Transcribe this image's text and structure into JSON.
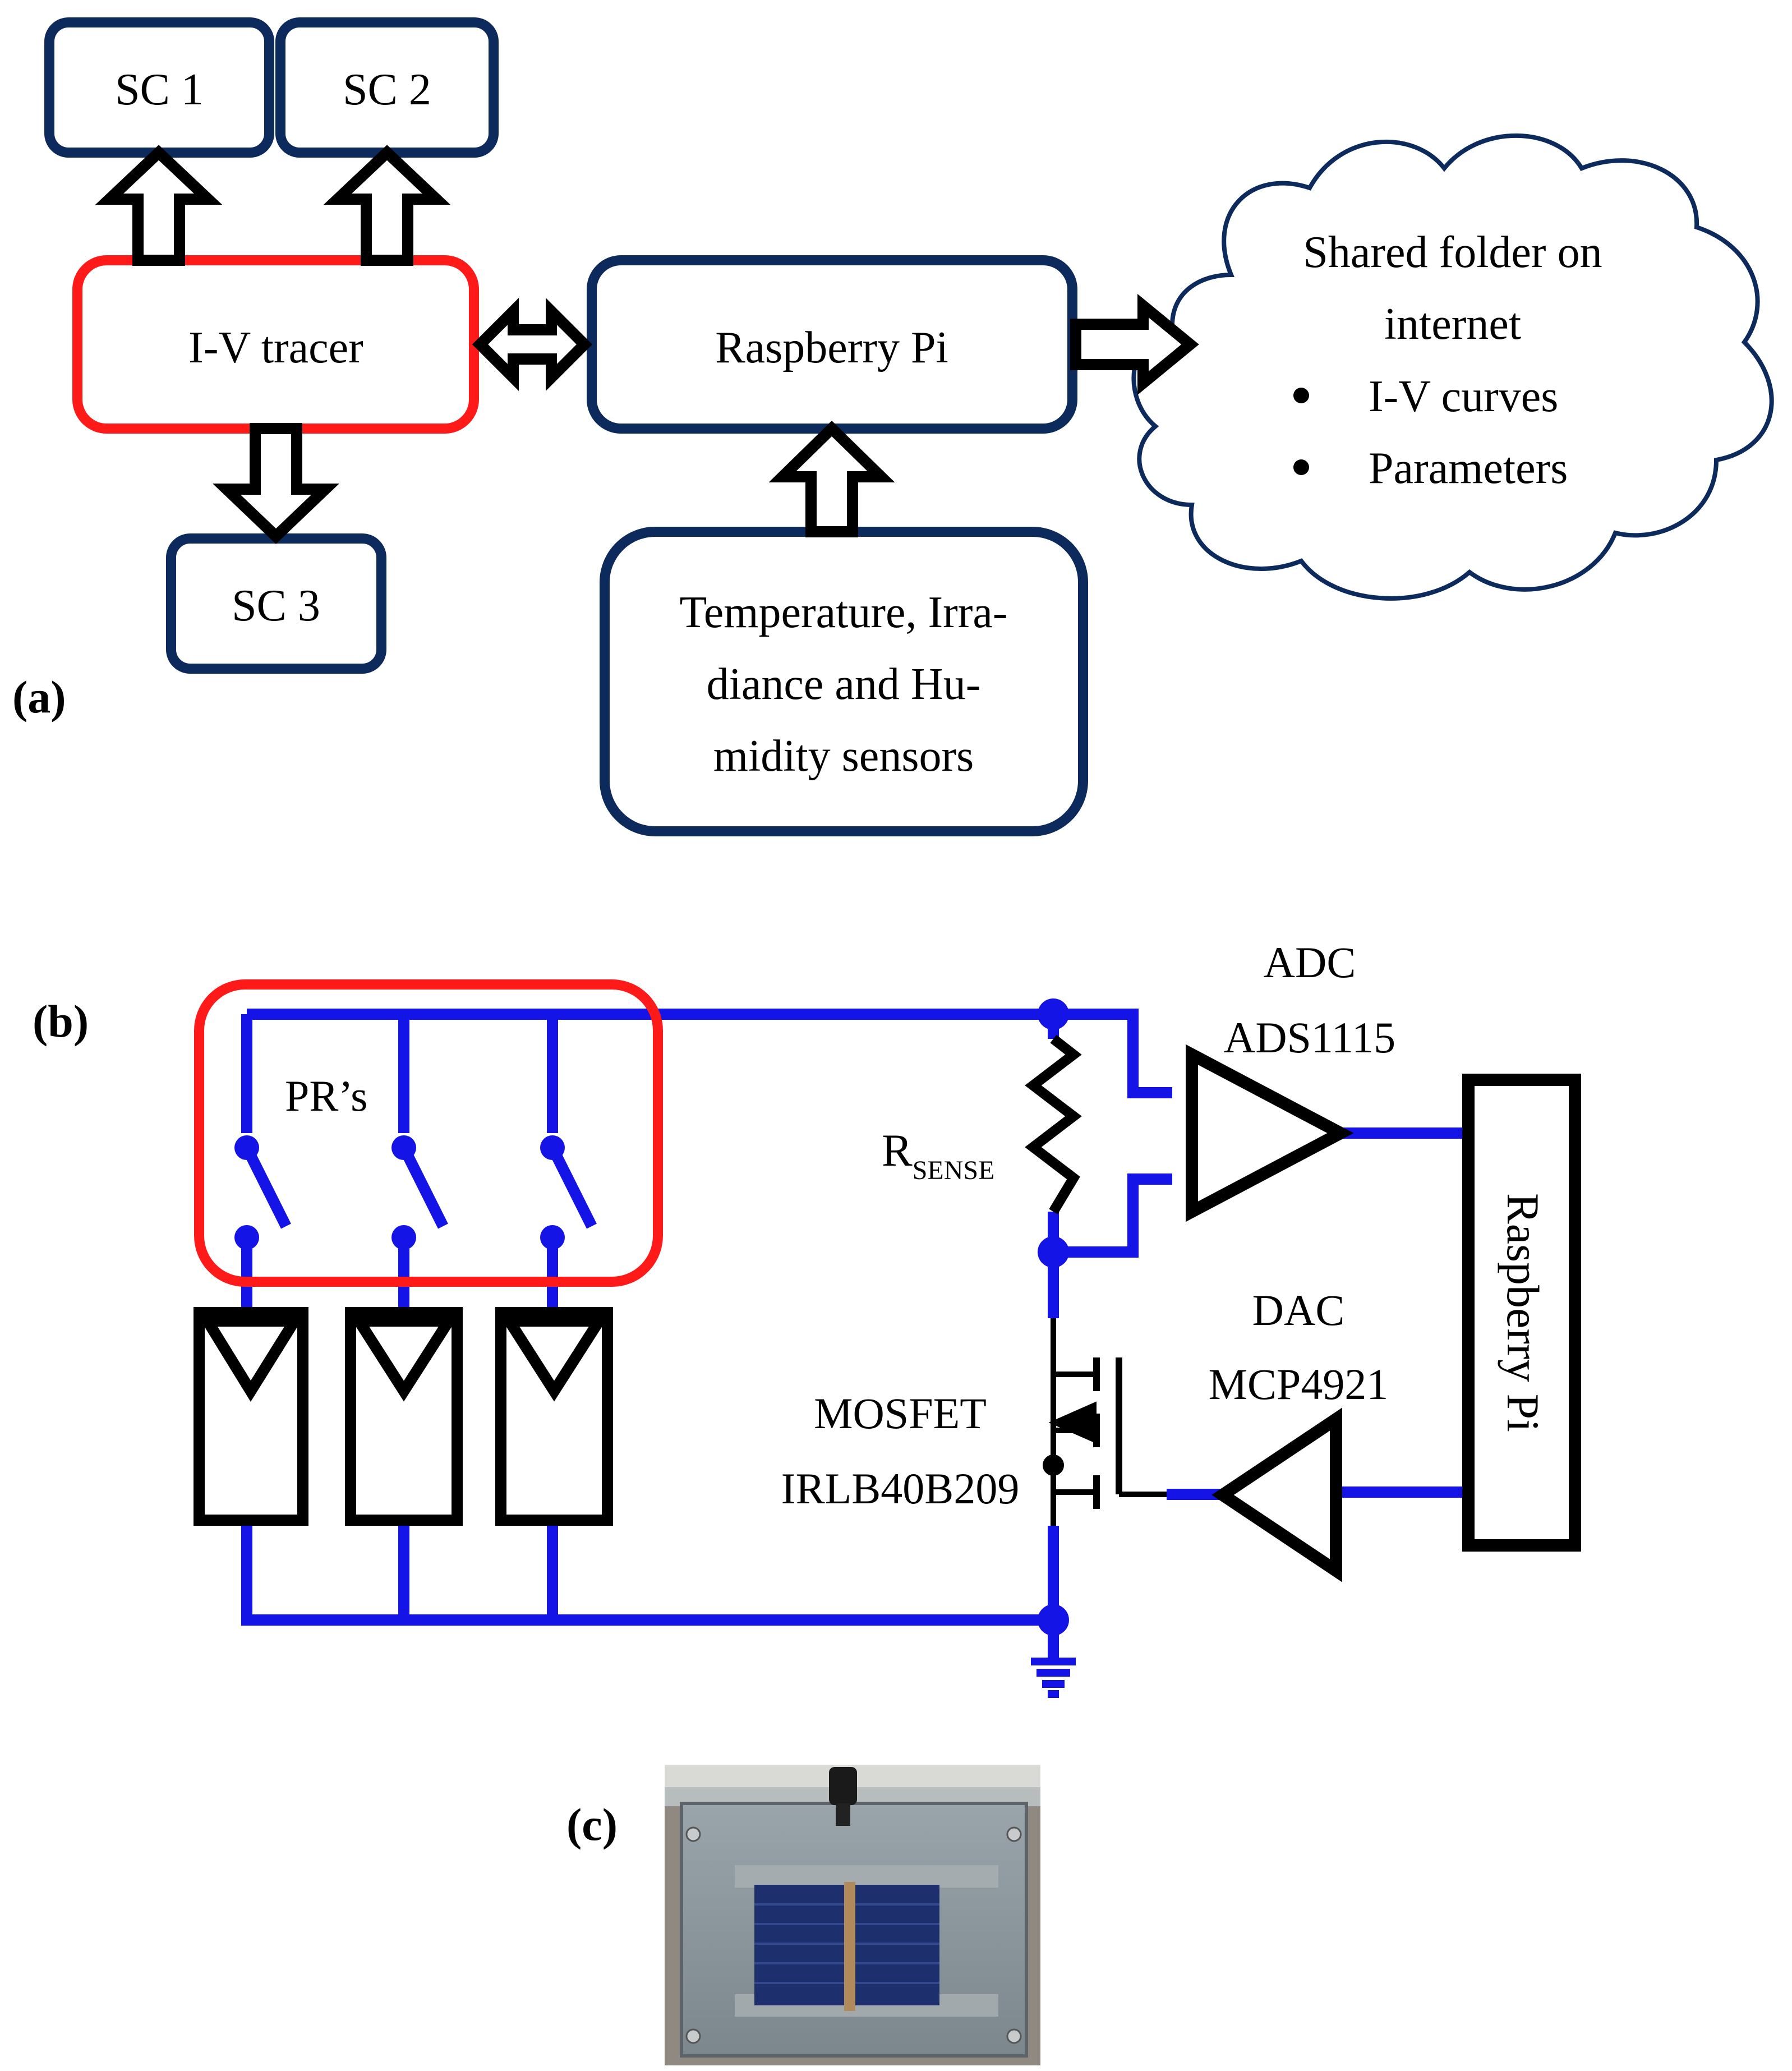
{
  "panels": {
    "a": "(a)",
    "b": "(b)",
    "c": "(c)"
  },
  "block_diagram": {
    "sc1": "SC 1",
    "sc2": "SC 2",
    "sc3": "SC 3",
    "tracer": "I-V tracer",
    "pi": "Raspberry Pi",
    "sensors": [
      "Temperature, Irra-",
      "diance and Hu-",
      "midity sensors"
    ],
    "cloud": {
      "title_lines": [
        "Shared folder on",
        "internet"
      ],
      "bullets": [
        "I-V curves",
        "Parameters"
      ]
    }
  },
  "circuit": {
    "relays": "PR’s",
    "rsense_main": "R",
    "rsense_sub": "SENSE",
    "adc": [
      "ADC",
      "ADS1115"
    ],
    "dac": [
      "DAC",
      "MCP4921"
    ],
    "mosfet": [
      "MOSFET",
      "IRLB40B209"
    ],
    "pi": "Raspberry Pi"
  },
  "colors": {
    "navy": "#0d2a5c",
    "red": "#ff1a1a",
    "wire": "#1414e6",
    "black": "#000000"
  }
}
